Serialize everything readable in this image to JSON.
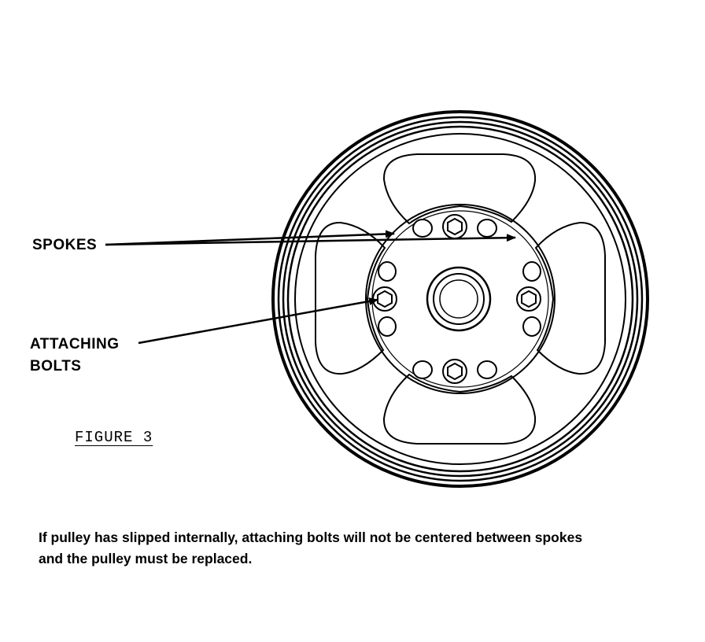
{
  "labels": {
    "spokes": "SPOKES",
    "attaching_bolts_line1": "ATTACHING",
    "attaching_bolts_line2": "BOLTS"
  },
  "figure_caption": "FIGURE 3",
  "note": {
    "line1": "If pulley has slipped internally, attaching bolts will not be centered between spokes",
    "line2": "and the pulley must be replaced."
  },
  "colors": {
    "ink": "#000000",
    "paper": "#ffffff"
  }
}
